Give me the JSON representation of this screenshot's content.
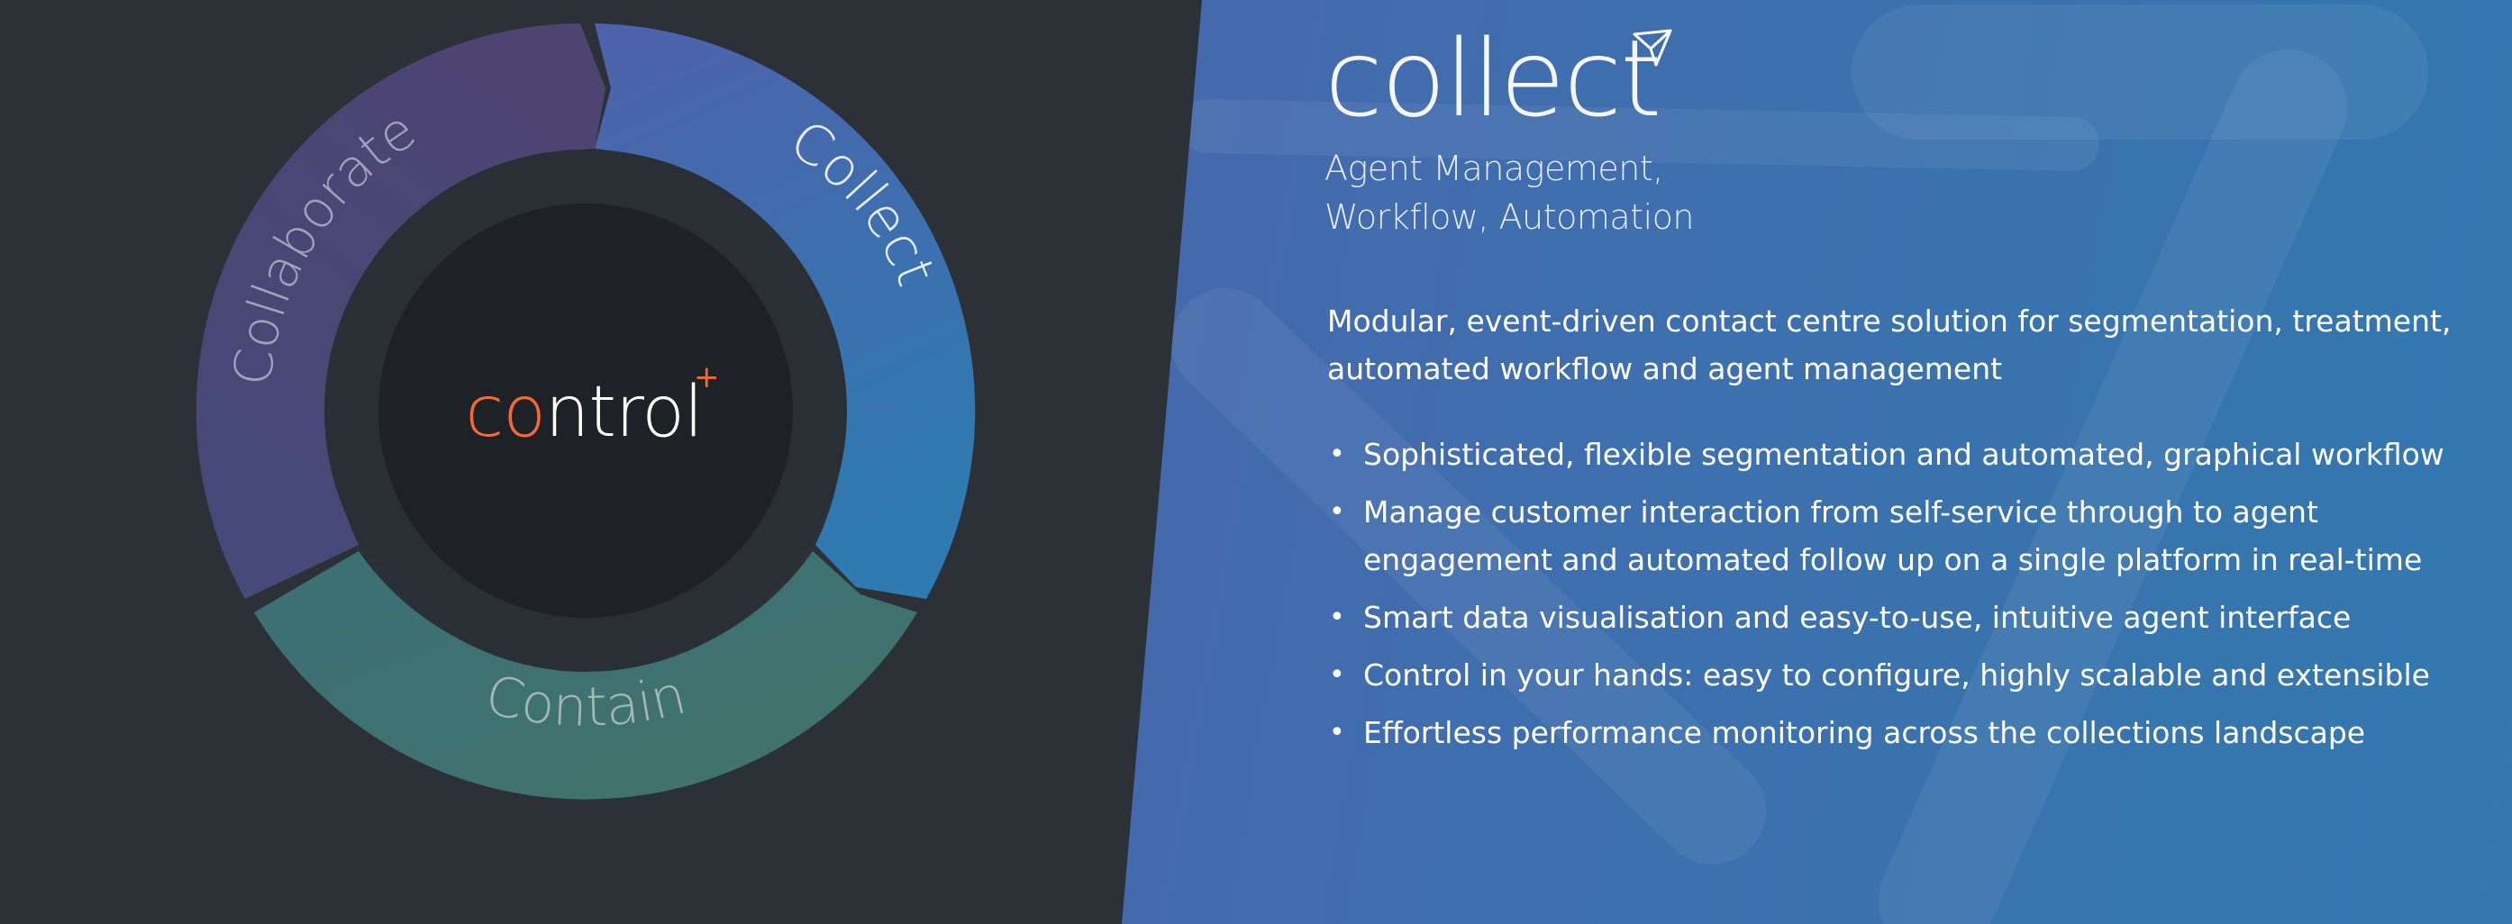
{
  "wheel": {
    "center_prefix": "co",
    "center_suffix": "ntrol",
    "center_mark": "+",
    "segments": [
      {
        "id": "collect",
        "label": "Collect",
        "color": "#3a6fb0"
      },
      {
        "id": "contain",
        "label": "Contain",
        "color": "#3f6e6f"
      },
      {
        "id": "collaborate",
        "label": "Collaborate",
        "color": "#4a4775"
      }
    ],
    "accent_color": "#f06a3a"
  },
  "brand": {
    "name": "collect",
    "subtitle_line1": "Agent Management,",
    "subtitle_line2": "Workflow, Automation"
  },
  "content": {
    "intro": "Modular, event-driven contact centre solution for segmentation, treatment, automated workflow and agent management",
    "bullets": [
      "Sophisticated, flexible segmentation and automated, graphical workflow",
      "Manage customer interaction from self-service through to agent engagement and automated follow up on a single platform in real-time",
      "Smart data visualisation and easy-to-use, intuitive agent interface",
      "Control in your hands: easy to configure, highly scalable and extensible",
      "Effortless performance monitoring across the collections landscape"
    ]
  }
}
